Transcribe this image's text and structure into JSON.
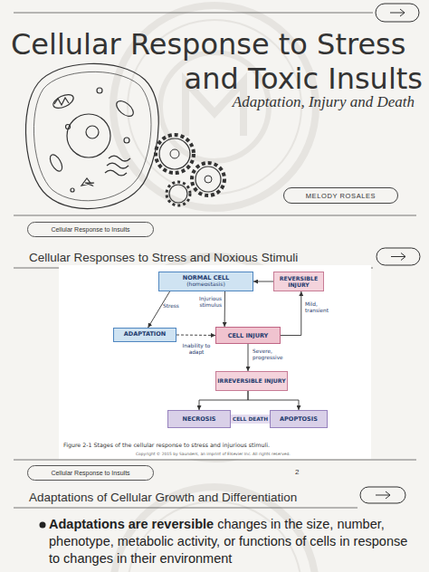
{
  "diagram": {
    "title": "Cellular Response to Stress and Toxic Insults",
    "caption": "Figure 2-1 Stages of the cellular response to stress and injurious stimuli.",
    "nodes": [
      {
        "text": [
          "MELODY ROSALES"
        ]
      },
      {
        "text": [
          "Cellular Response to Insults"
        ]
      },
      {
        "text": [
          "NORMAL CELL",
          "(homeostasis)"
        ]
      },
      {
        "text": [
          "REVERSIBLE INJURY"
        ]
      },
      {
        "text": [
          "ADAPTATION"
        ]
      },
      {
        "text": [
          "CELL INJURY"
        ]
      },
      {
        "text": [
          "IRREVERSIBLE INJURY"
        ]
      },
      {
        "text": [
          "NECROSIS"
        ]
      },
      {
        "text": [
          "APOPTOSIS"
        ]
      },
      {
        "text": [
          "Cellular Response to Insults"
        ]
      }
    ],
    "edges": [
      {
        "from": 2,
        "to": 4,
        "label": "Stress",
        "arrow": "to"
      },
      {
        "from": 2,
        "to": 5,
        "label": "Injurious stimulus",
        "arrow": "to"
      },
      {
        "from": 4,
        "to": 5,
        "label": "Inability to adapt",
        "arrow": "to"
      },
      {
        "from": 5,
        "to": 3,
        "label": "Mild, transient",
        "arrow": "to"
      },
      {
        "from": 3,
        "to": 2,
        "arrow": "to"
      },
      {
        "from": 5,
        "to": 6,
        "label": "Severe, progressive",
        "arrow": "to"
      },
      {
        "from": 6,
        "to": 7,
        "arrow": "to"
      },
      {
        "from": 6,
        "to": 8,
        "arrow": "to"
      }
    ],
    "labels": [
      "Adaptation, Injury and Death",
      "Cellular Responses to Stress and Noxious Stimuli",
      "CELL DEATH",
      "Copyright © 2015 by Saunders, an imprint of Elsevier Inc. All rights reserved.",
      "2",
      "Adaptations of Cellular Growth and Differentiation",
      "Adaptations are reversible",
      "changes in the size, number, phenotype, metabolic activity, or functions of cells in response to changes in their environment"
    ]
  }
}
